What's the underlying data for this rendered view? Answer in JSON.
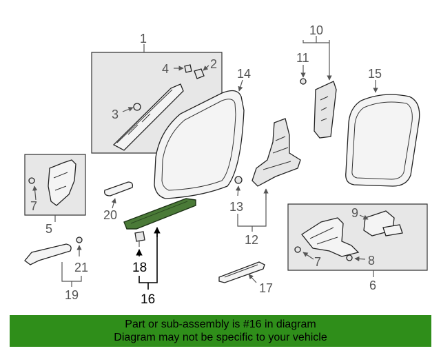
{
  "callouts": {
    "c1": "1",
    "c2": "2",
    "c3": "3",
    "c4": "4",
    "c5": "5",
    "c6": "6",
    "c7a": "7",
    "c7b": "7",
    "c8": "8",
    "c9": "9",
    "c10": "10",
    "c11": "11",
    "c12": "12",
    "c13": "13",
    "c14": "14",
    "c15": "15",
    "c16": "16",
    "c17": "17",
    "c18": "18",
    "c19": "19",
    "c20": "20",
    "c21": "21"
  },
  "highlighted_part": "16",
  "colors": {
    "highlight": "#4a7a37",
    "banner": "#2f8e1a"
  },
  "banner": {
    "line1": "Part or sub-assembly is #16 in diagram",
    "line2": "Diagram may not be specific to your vehicle"
  }
}
